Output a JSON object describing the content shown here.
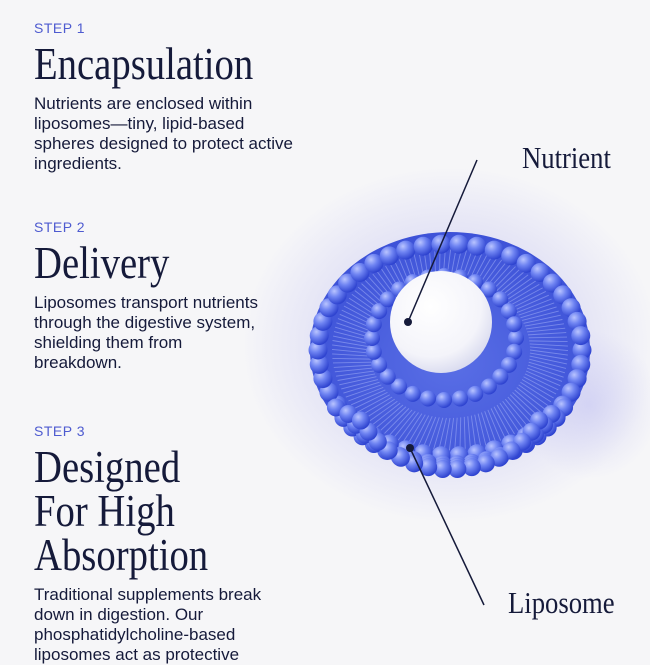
{
  "steps": [
    {
      "label": "STEP 1",
      "title_lines": [
        "Encapsulation"
      ],
      "text": "Nutrients are enclosed within liposomes—tiny, lipid-based spheres designed to protect active ingredients."
    },
    {
      "label": "STEP 2",
      "title_lines": [
        "Delivery"
      ],
      "text": "Liposomes transport nutrients through the digestive system, shielding them from breakdown."
    },
    {
      "label": "STEP 3",
      "title_lines": [
        "Designed",
        "For High",
        "Absorption"
      ],
      "text": "Traditional supplements break down in digestion. Our phosphatidylcholine-based liposomes act as protective"
    }
  ],
  "callouts": {
    "nutrient": "Nutrient",
    "liposome": "Liposome"
  },
  "colors": {
    "accent": "#4e5bd0",
    "text": "#151a3a",
    "sphere_light": "#8fa0f8",
    "sphere_dark": "#2f44d0"
  }
}
